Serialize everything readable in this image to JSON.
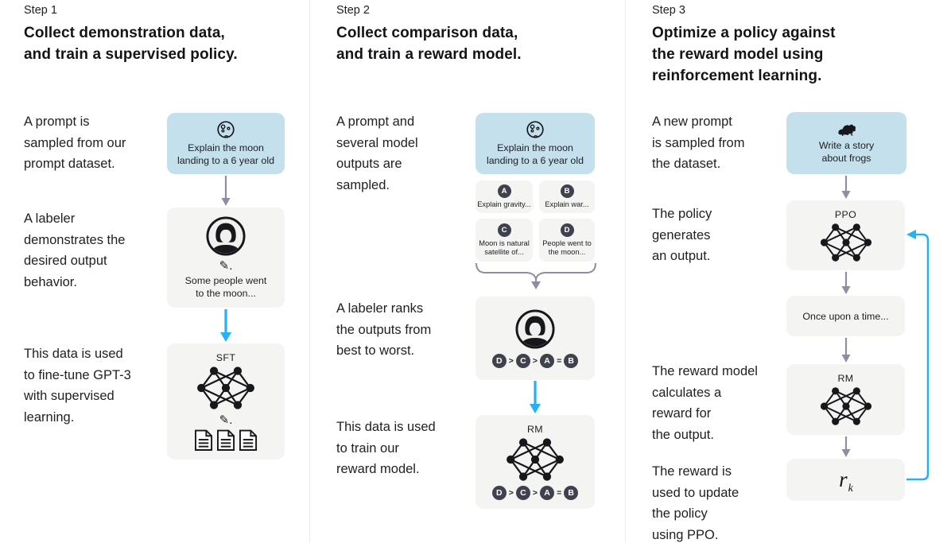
{
  "colors": {
    "text": "#202123",
    "title_text": "#131417",
    "accent_blue": "#25b1f4",
    "arrow_gray": "#8e8ea0",
    "prompt_box_bg": "#c4e0ec",
    "panel_bg": "#f4f4f2",
    "badge_bg": "#40414e",
    "divider": "#ececeb",
    "icon_ink": "#17181c"
  },
  "icons": {
    "pencil": "✎."
  },
  "columns": [
    {
      "step": "Step 1",
      "title": "Collect demonstration data,\nand train a supervised policy.",
      "captions": {
        "prompt": "A prompt is\nsampled from our\nprompt dataset.",
        "labeler": "A labeler\ndemonstrates the\ndesired output\nbehavior.",
        "finetune": "This data is used\nto fine-tune GPT-3\nwith supervised\nlearning."
      },
      "prompt_box": "Explain the moon\nlanding to a 6 year old",
      "labeler_output": "Some people went\nto the moon...",
      "model_label": "SFT"
    },
    {
      "step": "Step 2",
      "title": "Collect comparison data,\nand train a reward model.",
      "captions": {
        "prompt": "A prompt and\nseveral model\noutputs are\nsampled.",
        "ranking": "A labeler ranks\nthe outputs from\nbest to worst.",
        "training": "This data is used\nto train our\nreward model."
      },
      "prompt_box": "Explain the moon\nlanding to a 6 year old",
      "outputs": [
        {
          "letter": "A",
          "text": "Explain gravity..."
        },
        {
          "letter": "B",
          "text": "Explain war..."
        },
        {
          "letter": "C",
          "text": "Moon is natural\nsatellite of..."
        },
        {
          "letter": "D",
          "text": "People went to\nthe moon..."
        }
      ],
      "ranking": [
        "D",
        ">",
        "C",
        ">",
        "A",
        "=",
        "B"
      ],
      "model_label": "RM"
    },
    {
      "step": "Step 3",
      "title": "Optimize a policy against\nthe reward model using\nreinforcement learning.",
      "captions": {
        "prompt": "A new prompt\nis sampled from\nthe dataset.",
        "policy": "The policy\ngenerates\nan output.",
        "reward": "The reward model\ncalculates a\nreward for\nthe output.",
        "update": "The reward is\nused to update\nthe policy\nusing PPO."
      },
      "prompt_box": "Write a story\nabout frogs",
      "policy_label": "PPO",
      "output_box": "Once upon a time...",
      "model_label": "RM",
      "reward_symbol": "r",
      "reward_subscript": "k"
    }
  ]
}
